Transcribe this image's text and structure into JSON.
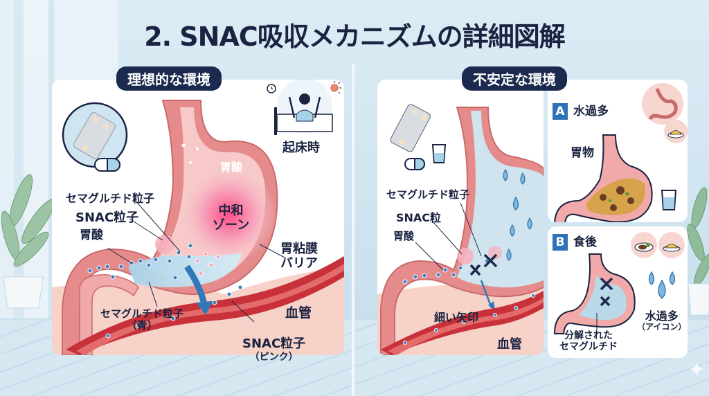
{
  "title": "2. SNAC吸収メカニズムの詳細図解",
  "ideal": {
    "header": "理想的な環境",
    "timing_label": "起床時",
    "labels": {
      "gastric_acid_top": "胃酸",
      "neutral_zone_line1": "中和",
      "neutral_zone_line2": "ゾーン",
      "semaglutide_particle": "セマグルチド粒子",
      "snac_particle": "SNAC粒子",
      "gastric_acid": "胃酸",
      "mucosa_line1": "胃粘膜",
      "mucosa_line2": "バリア",
      "semaglutide_blue_line1": "セマグルチド粒子",
      "semaglutide_blue_line2": "（青）",
      "blood_vessel": "血管",
      "snac_pink_line1": "SNAC粒子",
      "snac_pink_line2": "（ピンク）"
    },
    "icons": [
      "pill-blister-icon",
      "capsule-icon",
      "alarm-clock-icon",
      "waking-person-icon",
      "sun-icon",
      "bed-icon"
    ]
  },
  "unstable": {
    "header": "不安定な環境",
    "labels": {
      "semaglutide_particle": "セマグルチド粒子",
      "snac_particle": "SNAC粒",
      "gastric_acid": "胃酸",
      "thin_arrow": "細い矢印",
      "blood_vessel": "血管"
    },
    "case_a": {
      "badge": "A",
      "title": "水過多",
      "stomach_label": "胃物"
    },
    "case_b": {
      "badge": "B",
      "title": "食後",
      "water_label_line1": "水過多",
      "water_label_line2": "（アイコン）",
      "degraded_line1": "分解された",
      "degraded_line2": "セマグルチド"
    }
  },
  "colors": {
    "navy": "#1b2a4e",
    "stomach_wall": "#e58b8b",
    "stomach_inner": "#f7c9c9",
    "vessel": "#c8313a",
    "blue_particle": "#3a7fc0",
    "pink_particle": "#f2a7b4",
    "badge_blue": "#2e72b8"
  }
}
